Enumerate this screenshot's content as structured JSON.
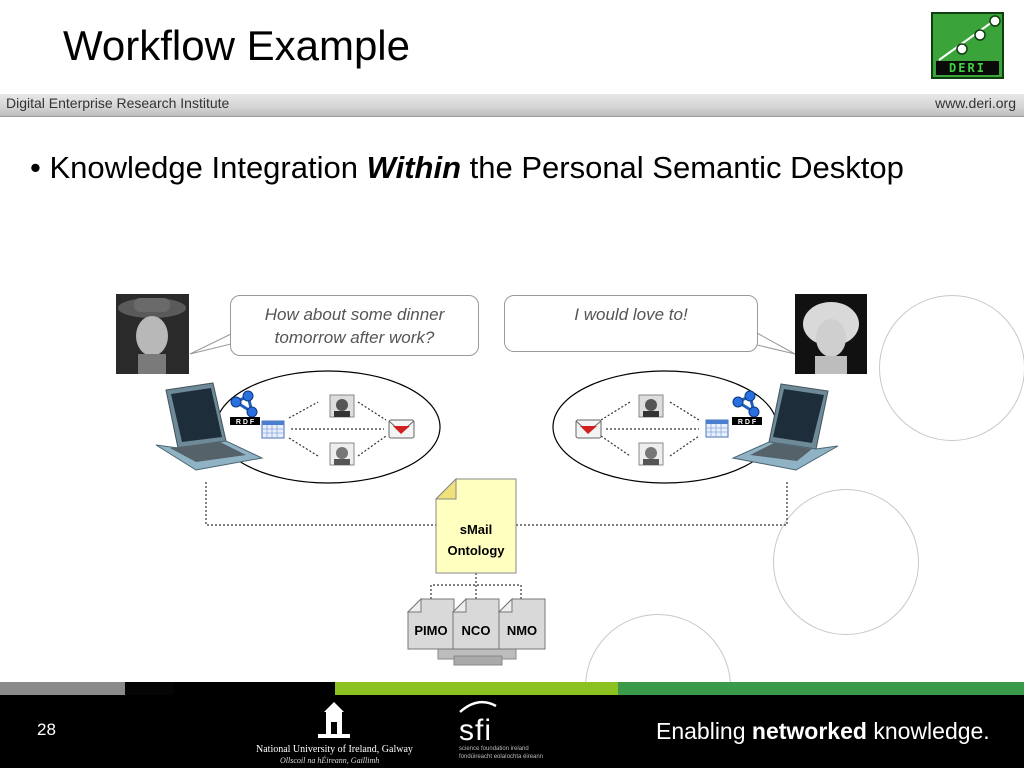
{
  "header": {
    "title": "Workflow Example",
    "institute": "Digital Enterprise Research Institute",
    "website": "www.deri.org",
    "logo_text": "DERI"
  },
  "content": {
    "bullet_prefix": "• Knowledge Integration ",
    "bullet_emphasis": "Within",
    "bullet_suffix": " the Personal Semantic Desktop"
  },
  "diagram": {
    "bubble_left_line1": "How about some dinner",
    "bubble_left_line2": "tomorrow after work?",
    "bubble_right": "I would love to!",
    "rdf_label": "R D F",
    "main_ontology_line1": "sMail",
    "main_ontology_line2": "Ontology",
    "sub_ontologies": [
      "PIMO",
      "NCO",
      "NMO"
    ]
  },
  "footer": {
    "page_number": "28",
    "university_line1": "National University of Ireland, Galway",
    "university_line2": "Ollscoil na hÉireann, Gaillimh",
    "sfi_name": "sfi",
    "sfi_sub1": "science foundation ireland",
    "sfi_sub2": "fondúireacht eolaíochta éireann",
    "tagline_pre": "Enabling ",
    "tagline_bold": "networked",
    "tagline_post": " knowledge."
  },
  "colors": {
    "logo_green": "#3aa33a",
    "stripe_gray": "#8a8a8a",
    "stripe_lime": "#8cc21f",
    "stripe_green": "#3b9a4a",
    "ontology_fill": "#ffffc0",
    "doc_fill": "#d9d9d9"
  }
}
